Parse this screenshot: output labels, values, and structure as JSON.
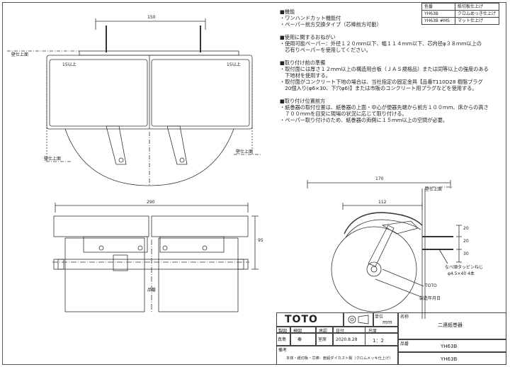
{
  "color_table": {
    "headers": [
      "色番",
      "紙切板仕上げ"
    ],
    "rows": [
      [
        "YH63B",
        "クロムめっき仕上げ"
      ],
      [
        "YH63B #MS",
        "マット仕上げ"
      ]
    ]
  },
  "notes": [
    {
      "heading": "■機能",
      "lines": [
        "・ワンハンドカット機能付",
        "・ペーパー前方交換タイプ（芯棒前方可動）"
      ]
    },
    {
      "heading": "■使用に関するおねがい",
      "lines": [
        "・使用可能ペーパー：外径１２０ｍｍ以下、幅１１４ｍｍ以下、芯内径φ３８ｍｍ以上の",
        "　芯有りペーパーを使用してください。"
      ]
    },
    {
      "heading": "■取り付け前の準備",
      "lines": [
        "・取付面には厚さ１２ｍｍ以上の構造用合板（ＪＡＳ規格品）または同等以上の強度のある",
        "　下地材を使用する。",
        "・取付面がコンクリート下地の場合は、当社指定の固定金具【品番T110D28 樹脂プラグ",
        "　20個入り(φ6×30、下穴φ6)】または市販のコンクリート用プラグなどを使用する。"
      ]
    },
    {
      "heading": "■取り付け位置前方",
      "lines": [
        "・紙巻器の取付位置は、紙巻器の上面・中心が便器先端から前方１００ｍｍ、床からの高さ",
        "　７００ｍｍを目安に現場の状況に応じて取り付ける。",
        "・ペーパー取り付けのため、紙巻器の両側に１５ｍｍ以上の空間が必要。"
      ]
    }
  ],
  "dims": {
    "top_width": "150",
    "front_width": "290",
    "front_height": "95",
    "side_depth": "170",
    "side_inner": "112",
    "side_v1": "20",
    "side_v2": "20",
    "side_v3": "30",
    "label_up_left": "15以上",
    "label_up_right": "15以上",
    "wall_top_left": "壁仕上面",
    "wall_top_side": "壁仕上面",
    "wall_left_lower": "壁仕上面",
    "wall_right_lower": "壁仕上面",
    "tokusho": "品番",
    "screw_note": "なべ頭タッピンねじ",
    "screw_spec": "φ4.5×40  4本",
    "toto_label": "TOTO",
    "date_label": "製造年月日"
  },
  "title_block": {
    "logo": "TOTO",
    "unit_label": "単位",
    "unit_value": "mm",
    "name_label": "名称",
    "name_value": "二連紙巻器",
    "product_label": "品番",
    "product_value": "YH63B",
    "row_labels": [
      "製図",
      "検図",
      "承認",
      "日付",
      "尺度"
    ],
    "drafter": "真島",
    "checker": "秦",
    "approver": "室原",
    "date": "2020.8.28",
    "scale": "1：2",
    "remark_label": "備考",
    "remark": "本体・紙切板・芯棒：亜鉛ダイカスト製（クロムメッキ仕上げ）",
    "product_value_2": "YH63B"
  }
}
